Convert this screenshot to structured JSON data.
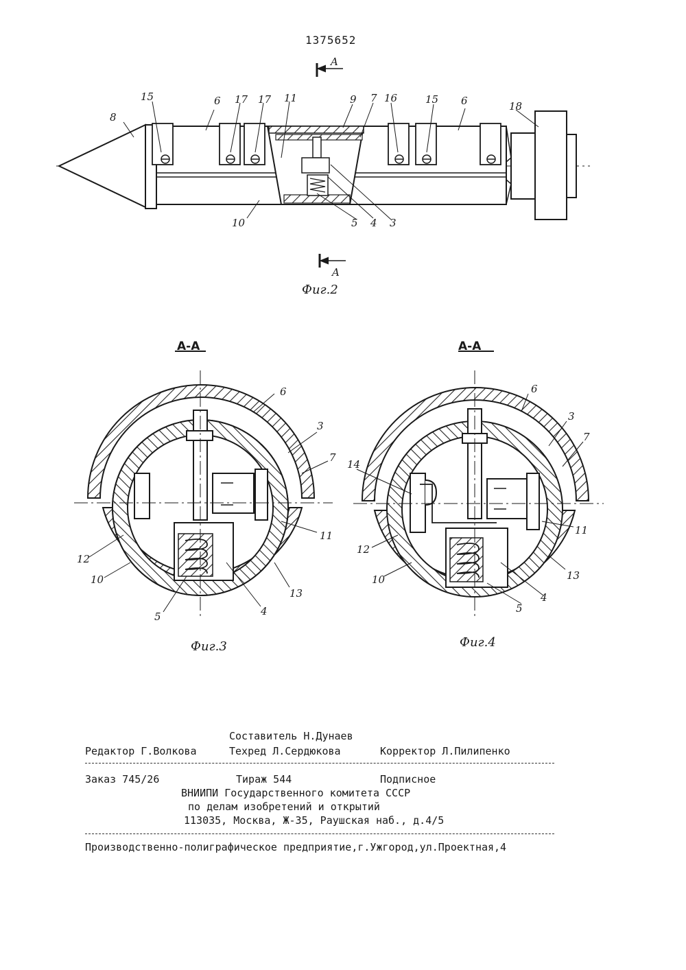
{
  "patent_number": "1375652",
  "figures": {
    "fig2": {
      "caption": "Фиг.2",
      "section_mark": "A",
      "labels": {
        "l8": "8",
        "l15a": "15",
        "l6a": "6",
        "l17a": "17",
        "l17b": "17",
        "l11": "11",
        "l9": "9",
        "l7": "7",
        "l16": "16",
        "l15b": "15",
        "l6b": "6",
        "l18": "18",
        "l10": "10",
        "l5": "5",
        "l4": "4",
        "l3": "3"
      }
    },
    "fig3": {
      "caption": "Фиг.3",
      "section_title": "А-А",
      "labels": {
        "l6": "6",
        "l3": "3",
        "l7": "7",
        "l11": "11",
        "l12": "12",
        "l10": "10",
        "l13": "13",
        "l5": "5",
        "l4": "4"
      }
    },
    "fig4": {
      "caption": "Фиг.4",
      "section_title": "А-А",
      "labels": {
        "l6": "6",
        "l3": "3",
        "l7": "7",
        "l14": "14",
        "l11": "11",
        "l12": "12",
        "l10": "10",
        "l13": "13",
        "l5": "5",
        "l4": "4"
      }
    }
  },
  "colophon": {
    "compiler": "Составитель Н.Дунаев",
    "editor": "Редактор Г.Волкова",
    "techred": "Техред Л.Сердюкова",
    "corrector": "Корректор Л.Пилипенко",
    "order": "Заказ 745/26",
    "circulation": "Тираж 544",
    "subscription": "Подписное",
    "org_line1": "ВНИИПИ Государственного комитета СССР",
    "org_line2": "по делам изобретений и открытий",
    "address": "113035, Москва, Ж-35, Раушская наб., д.4/5",
    "printer": "Производственно-полиграфическое предприятие,г.Ужгород,ул.Проектная,4"
  }
}
